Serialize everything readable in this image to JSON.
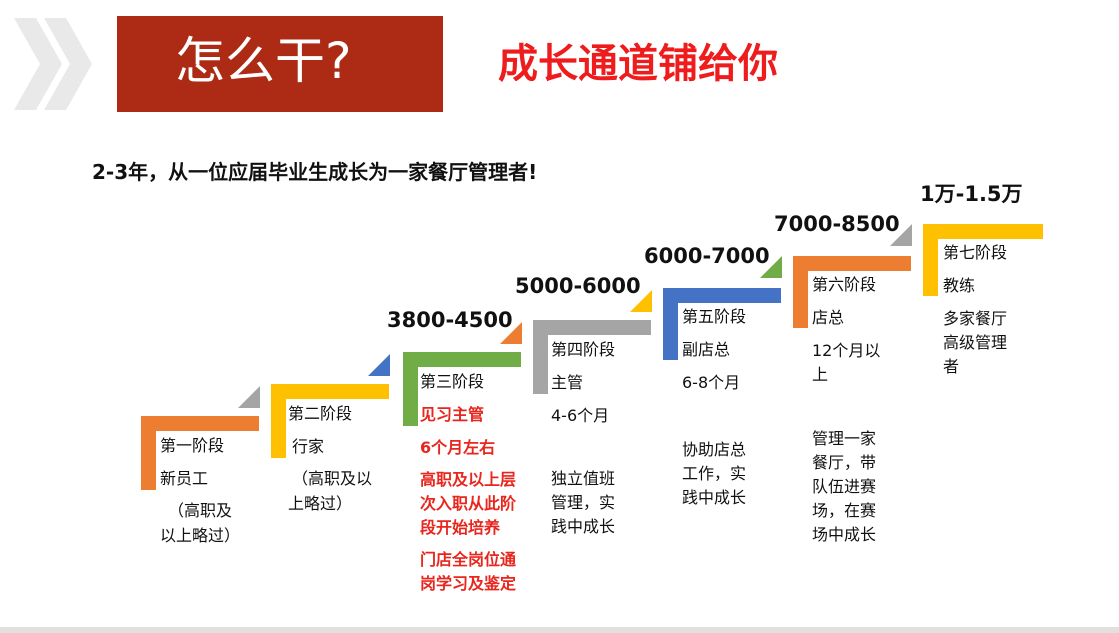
{
  "header": {
    "title": "怎么干?",
    "headline": "成长通道铺给你",
    "subtitle": "2-3年，从一位应届毕业生成长为一家餐厅管理者!"
  },
  "colors": {
    "title_bg": "#ad2a14",
    "headline": "#ee1c1c",
    "highlight": "#e8261e",
    "orange": "#ed7d31",
    "yellow": "#ffc000",
    "green": "#70ad47",
    "gray": "#a5a5a5",
    "blue": "#4472c4"
  },
  "stages": [
    {
      "name": "第一阶段",
      "role": "新员工",
      "lines": [
        "（高职及",
        "以上略过）"
      ],
      "salary": ""
    },
    {
      "name": "第二阶段",
      "role": "行家",
      "lines": [
        "（高职及以",
        "上略过）"
      ],
      "salary": ""
    },
    {
      "name": "第三阶段",
      "role": "见习主管",
      "duration": "6个月左右",
      "lines": [
        "高职及以上层",
        "次入职从此阶",
        "段开始培养"
      ],
      "lines2": [
        "门店全岗位通",
        "岗学习及鉴定"
      ],
      "salary": "3800-4500"
    },
    {
      "name": "第四阶段",
      "role": "主管",
      "duration": "4-6个月",
      "lines": [
        "独立值班",
        "管理，实",
        "践中成长"
      ],
      "salary": "5000-6000"
    },
    {
      "name": "第五阶段",
      "role": "副店总",
      "duration": "6-8个月",
      "lines": [
        "协助店总",
        "工作，实",
        "践中成长"
      ],
      "salary": "6000-7000"
    },
    {
      "name": "第六阶段",
      "role": "店总",
      "duration": "12个月以",
      "duration2": "上",
      "lines": [
        "管理一家",
        "餐厅，带",
        "队伍进赛",
        "场，在赛",
        "场中成长"
      ],
      "salary": "7000-8500"
    },
    {
      "name": "第七阶段",
      "role": "教练",
      "lines": [
        "多家餐厅",
        "高级管理",
        "者"
      ],
      "salary": "1万-1.5万"
    }
  ]
}
